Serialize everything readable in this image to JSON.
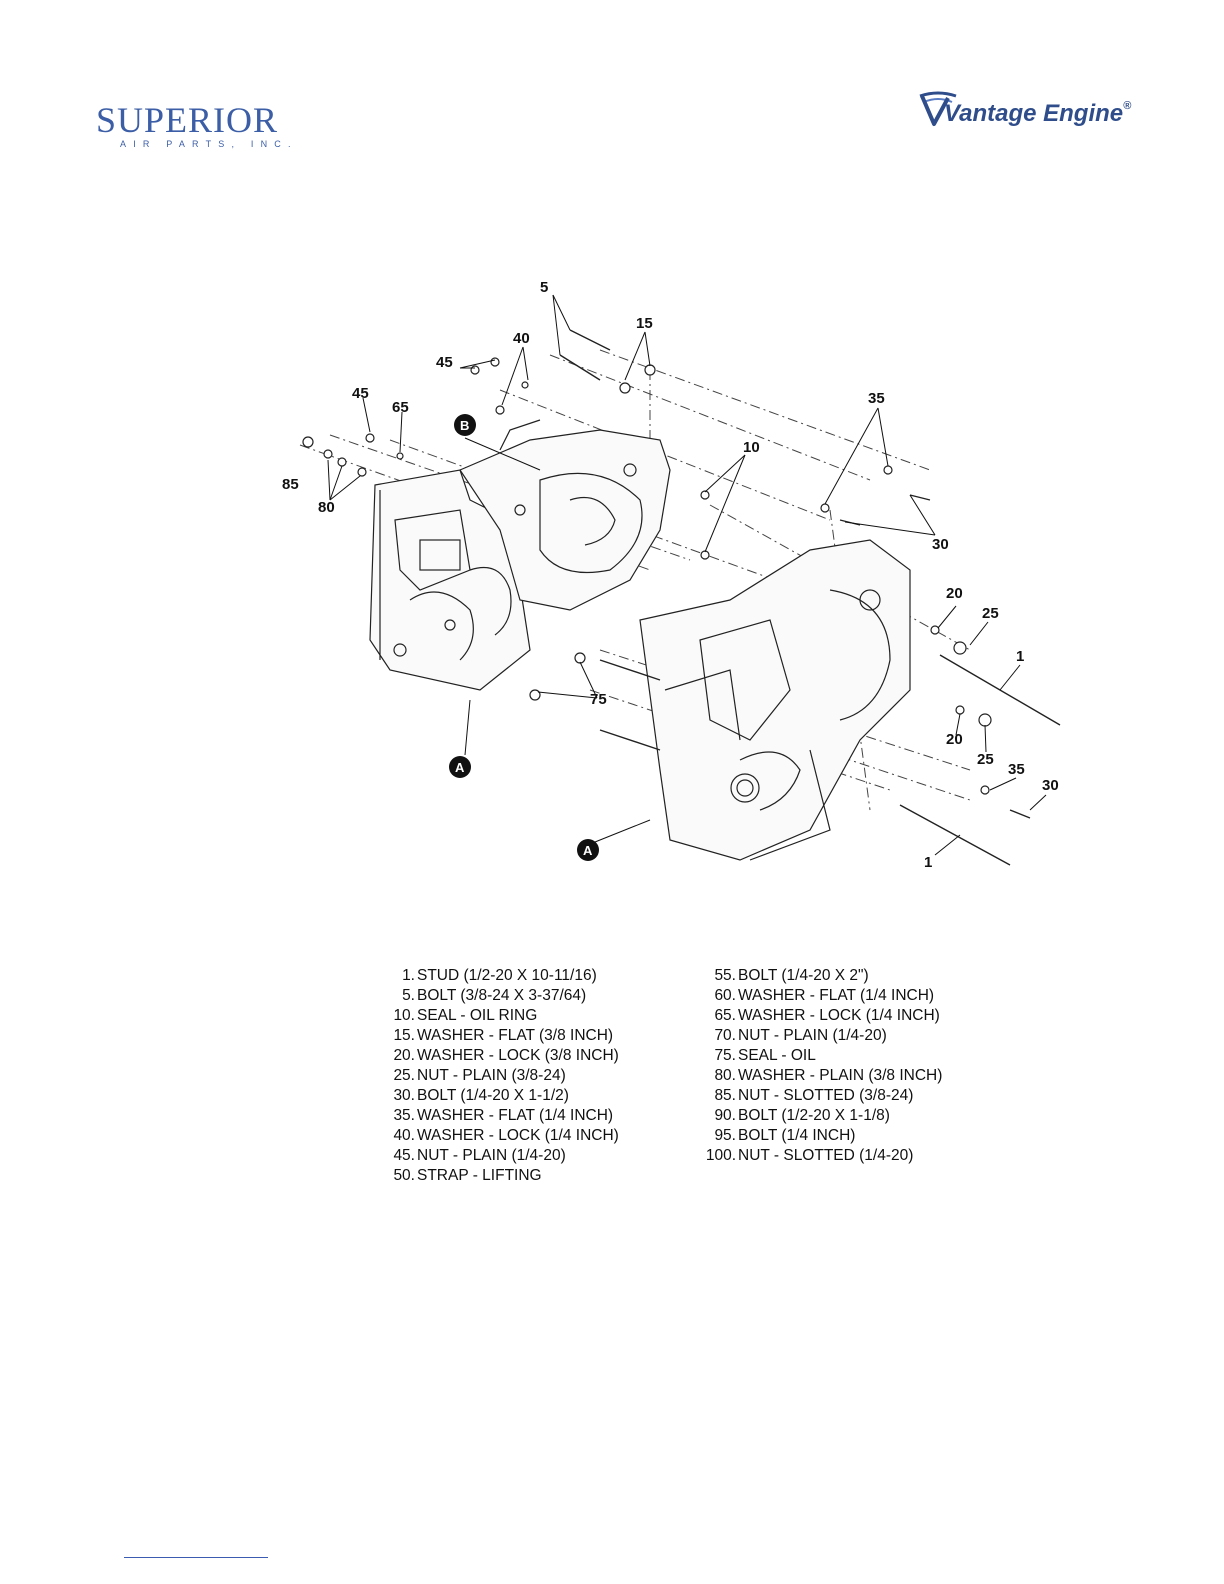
{
  "header": {
    "left_logo": {
      "name": "SUPERIOR",
      "subtitle": "AIR PARTS, INC.",
      "color": "#3b5ea6"
    },
    "right_logo": {
      "name": "Vantage Engine",
      "mark": "®",
      "color": "#2f4d8a"
    }
  },
  "diagram": {
    "callouts": {
      "c5": "5",
      "c15": "15",
      "c40": "40",
      "c45a": "45",
      "c45b": "45",
      "c65": "65",
      "c85": "85",
      "c80": "80",
      "c10": "10",
      "c35a": "35",
      "c30a": "30",
      "c20a": "20",
      "c25a": "25",
      "c1a": "1",
      "c75": "75",
      "c20b": "20",
      "c25b": "25",
      "c35b": "35",
      "c30b": "30",
      "c1b": "1"
    },
    "badges": {
      "b": "B",
      "a1": "A",
      "a2": "A"
    }
  },
  "parts_list": {
    "left": [
      {
        "num": "1.",
        "desc": "STUD (1/2-20 X 10-11/16)"
      },
      {
        "num": "5.",
        "desc": "BOLT (3/8-24 X 3-37/64)"
      },
      {
        "num": "10.",
        "desc": "SEAL - OIL RING"
      },
      {
        "num": "15.",
        "desc": "WASHER - FLAT (3/8 INCH)"
      },
      {
        "num": "20.",
        "desc": "WASHER - LOCK (3/8 INCH)"
      },
      {
        "num": "25.",
        "desc": "NUT - PLAIN (3/8-24)"
      },
      {
        "num": "30.",
        "desc": "BOLT (1/4-20 X 1-1/2)"
      },
      {
        "num": "35.",
        "desc": "WASHER - FLAT (1/4 INCH)"
      },
      {
        "num": "40.",
        "desc": "WASHER - LOCK (1/4 INCH)"
      },
      {
        "num": "45.",
        "desc": "NUT - PLAIN (1/4-20)"
      },
      {
        "num": "50.",
        "desc": "STRAP - LIFTING"
      }
    ],
    "right": [
      {
        "num": "55.",
        "desc": "BOLT (1/4-20 X 2\")"
      },
      {
        "num": "60.",
        "desc": "WASHER - FLAT (1/4 INCH)"
      },
      {
        "num": "65.",
        "desc": "WASHER - LOCK (1/4 INCH)"
      },
      {
        "num": "70.",
        "desc": "NUT - PLAIN (1/4-20)"
      },
      {
        "num": "75.",
        "desc": "SEAL - OIL"
      },
      {
        "num": "80.",
        "desc": "WASHER - PLAIN (3/8 INCH)"
      },
      {
        "num": "85.",
        "desc": "NUT - SLOTTED (3/8-24)"
      },
      {
        "num": "90.",
        "desc": "BOLT (1/2-20 X 1-1/8)"
      },
      {
        "num": "95.",
        "desc": "BOLT (1/4 INCH)"
      },
      {
        "num": "100.",
        "desc": "NUT - SLOTTED (1/4-20)"
      }
    ]
  }
}
